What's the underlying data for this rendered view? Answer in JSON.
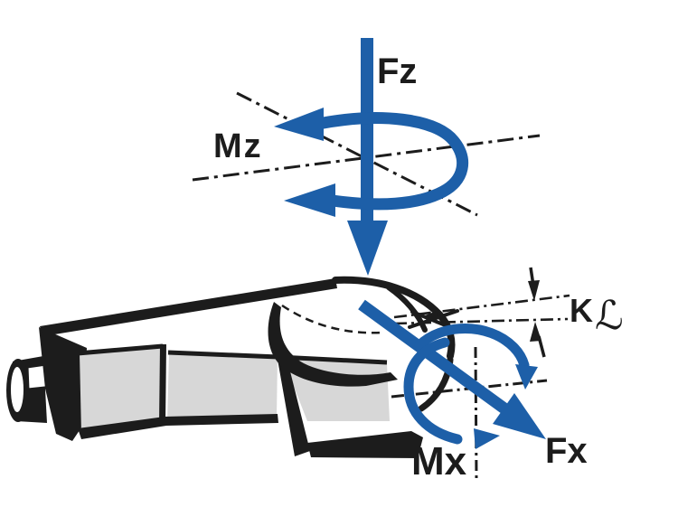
{
  "figure": {
    "kind": "force-torque-sensor-axes-diagram",
    "colors": {
      "background": "#ffffff",
      "arrow_blue": "#1d5fa8",
      "ink_black": "#1c1c1c",
      "body_gray": "#d7d7d7"
    },
    "labels": {
      "fz": "Fz",
      "mz": "Mz",
      "fx": "Fx",
      "mx": "Mx",
      "k": "K",
      "script_l": "ℒ"
    }
  }
}
